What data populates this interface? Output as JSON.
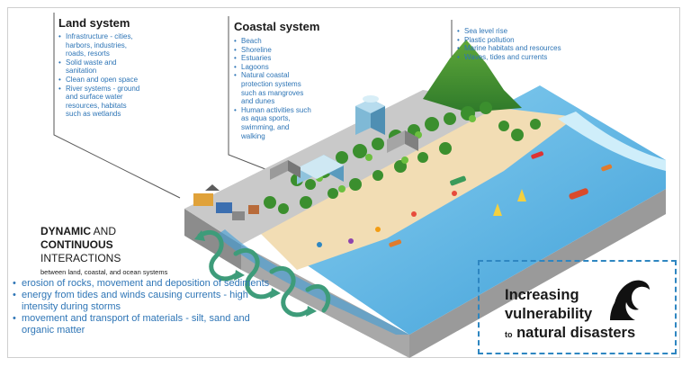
{
  "land": {
    "title": "Land system",
    "items": [
      "Infrastructure - cities,",
      "harbors, industries,",
      "roads, resorts",
      "Solid waste and",
      "sanitation",
      "Clean and open space",
      "River systems  - ground",
      "and surface water",
      "resources, habitats",
      "such as wetlands"
    ],
    "bullets": [
      true,
      false,
      false,
      true,
      false,
      true,
      true,
      false,
      false,
      false
    ]
  },
  "coastal": {
    "title": "Coastal system",
    "items": [
      "Beach",
      "Shoreline",
      "Estuaries",
      "Lagoons",
      "Natural coastal",
      "protection systems",
      "such as mangroves",
      "and dunes",
      "Human activities such",
      "as aqua sports,",
      "swimming, and",
      "walking"
    ],
    "bullets": [
      true,
      true,
      true,
      true,
      true,
      false,
      false,
      false,
      true,
      false,
      false,
      false
    ]
  },
  "ocean": {
    "items": [
      "Sea level rise",
      "Plastic pollution",
      "Marine habitats and resources",
      "Waves, tides and currents"
    ]
  },
  "dynamic": {
    "word1": "DYNAMIC",
    "and": " AND",
    "word2": "CONTINUOUS",
    "word3": "INTERACTIONS",
    "between": "between land, coastal, and ocean systems",
    "items": [
      "erosion of rocks, movement and deposition of sediments",
      "energy from tides and winds causing currents - high intensity during storms",
      "movement and transport of materials - silt, sand and organic matter"
    ]
  },
  "vulnerability": {
    "line1": "Increasing",
    "line2": "vulnerability",
    "to": "to",
    "line3": "natural disasters"
  },
  "colors": {
    "text_blue": "#2e75b6",
    "dash_blue": "#2e86c1",
    "sea": "#5ab0e0",
    "sand": "#f2ddb4",
    "arrow_green": "#3e9c7a"
  }
}
